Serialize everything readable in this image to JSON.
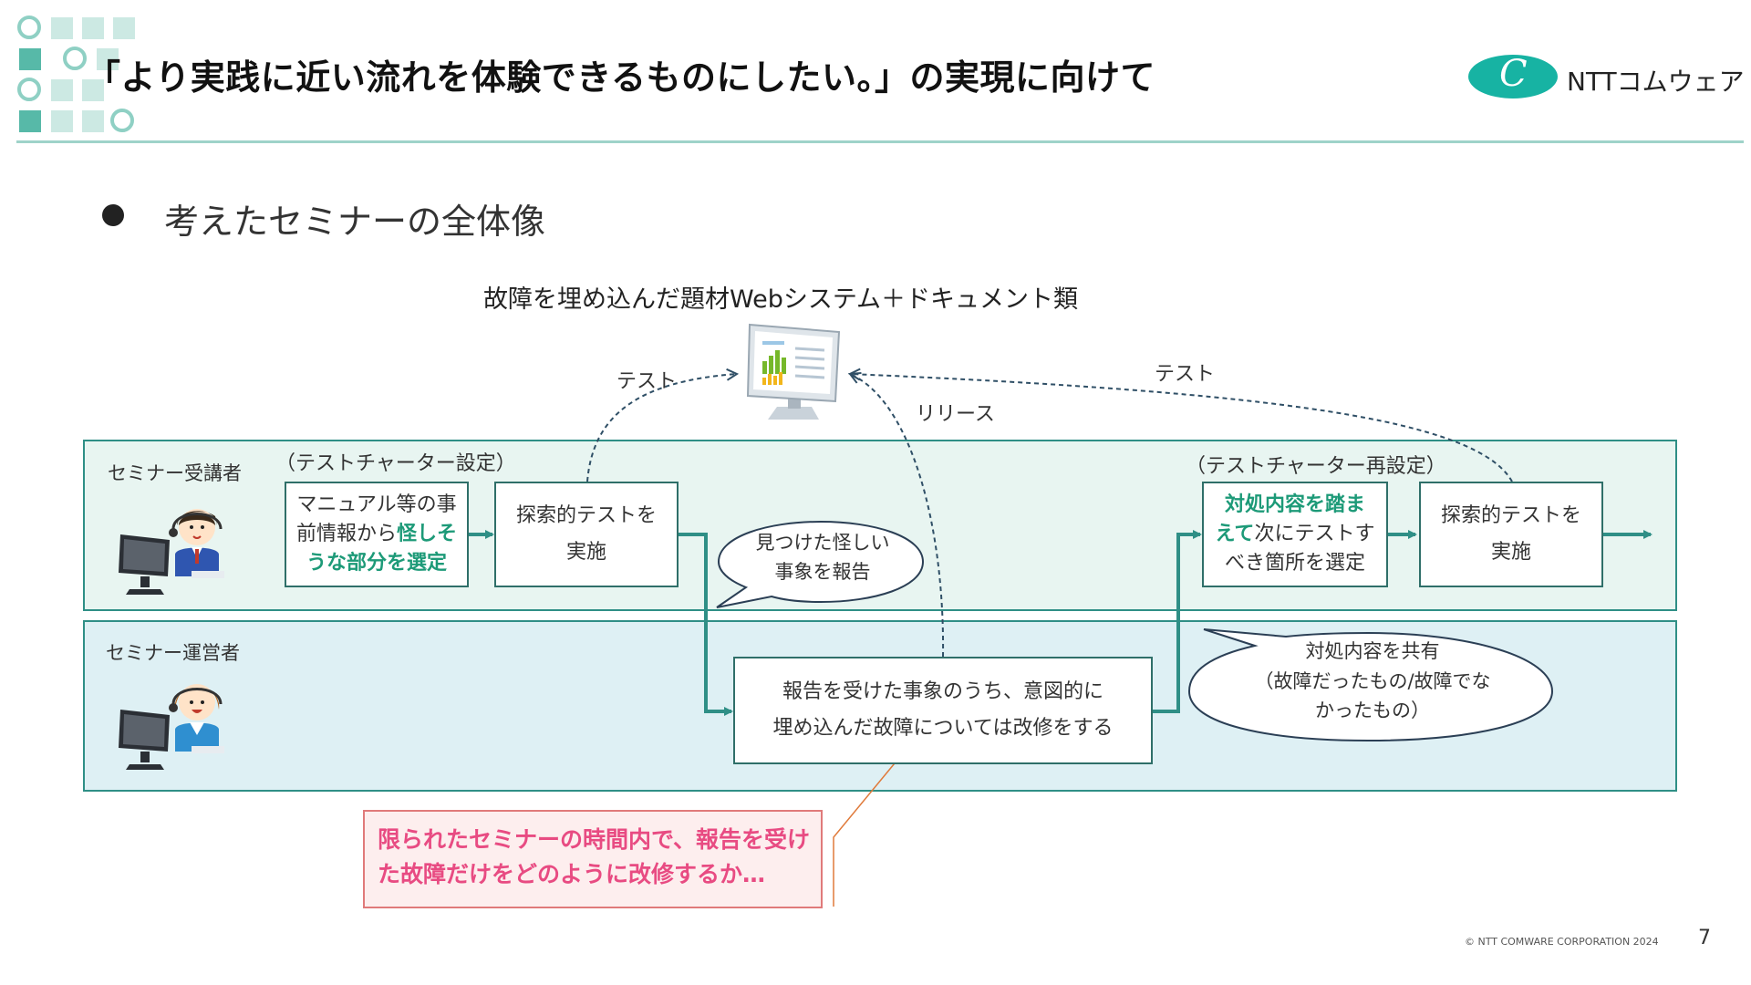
{
  "header": {
    "title": "「より実践に近い流れを体験できるものにしたい。」の実現に向けて",
    "logo_text": "NTTコムウェア"
  },
  "colors": {
    "accent_teal": "#17b3a3",
    "header_rule": "#9fd3c9",
    "trainee_lane": "#e8f5f1",
    "operator_lane": "#def0f4",
    "highlight_green": "#1d9a78",
    "highlight_pink": "#e84b82"
  },
  "main": {
    "bullet_heading": "考えたセミナーの全体像",
    "system_caption": "故障を埋め込んだ題材Webシステム＋ドキュメント類",
    "arrow_labels": {
      "test_left": "テスト",
      "test_right": "テスト",
      "release": "リリース"
    },
    "lanes": {
      "trainee": {
        "label": "セミナー受講者",
        "phase_1": "（テストチャーター設定）",
        "phase_2": "（テストチャーター再設定）"
      },
      "operator": {
        "label": "セミナー運営者"
      }
    },
    "boxes": {
      "select_suspicious": {
        "line1": "マニュアル等の事",
        "line2a": "前情報から",
        "line2b": "怪しそ",
        "line3": "うな部分を選定"
      },
      "explore_test_1": {
        "line1": "探索的テストを",
        "line2": "実施"
      },
      "reselect": {
        "line1": "対処内容を踏ま",
        "line2a": "えて",
        "line2b": "次にテストす",
        "line3": "べき箇所を選定"
      },
      "explore_test_2": {
        "line1": "探索的テストを",
        "line2": "実施"
      },
      "fix_box": {
        "line1": "報告を受けた事象のうち、意図的に",
        "line2": "埋め込んだ故障については改修をする"
      }
    },
    "bubbles": {
      "report": {
        "line1": "見つけた怪しい",
        "line2": "事象を報告"
      },
      "share": {
        "line1": "対処内容を共有",
        "line2": "（故障だったもの/故障でな",
        "line3": "かったもの）"
      }
    },
    "note": {
      "line1": "限られたセミナーの時間内で、報告を受け",
      "line2": "た故障だけをどのように改修するか…"
    },
    "icons": {
      "monitor": "monitor-dashboard-icon",
      "trainee": "trainee-person-computer-icon",
      "operator": "operator-person-computer-icon"
    }
  },
  "footer": {
    "copyright": "© NTT COMWARE CORPORATION 2024",
    "page_number": "7"
  }
}
